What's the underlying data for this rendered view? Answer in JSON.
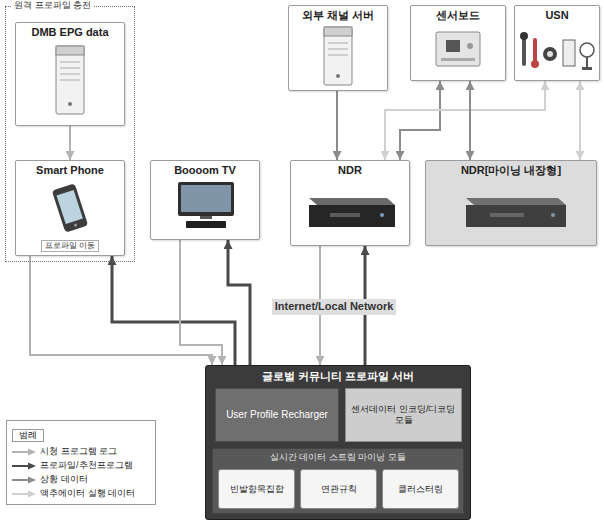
{
  "diagram": {
    "nodes": [
      {
        "text": [
          "원격 프로파일 충전"
        ]
      },
      {
        "text": [
          "DMB EPG data"
        ],
        "in": 0
      },
      {
        "text": [
          "Smart Phone",
          "프로파일 이동"
        ],
        "in": 0
      },
      {
        "text": [
          "외부 채널 서버"
        ]
      },
      {
        "text": [
          "센서보드"
        ]
      },
      {
        "text": [
          "USN"
        ]
      },
      {
        "text": [
          "Boooom TV"
        ]
      },
      {
        "text": [
          "NDR"
        ]
      },
      {
        "text": [
          "NDR[마이닝 내장형]"
        ]
      },
      {
        "text": [
          "Internet/Local Network"
        ]
      },
      {
        "text": [
          "글로벌 커뮤니티 프로파일 서버"
        ]
      },
      {
        "text": [
          "User Profile Recharger"
        ],
        "in": 10
      },
      {
        "text": [
          "센서데이터 인코딩/디코딩 모듈"
        ],
        "in": 10
      },
      {
        "text": [
          "실시간 데이터 스트림 마이닝 모듈"
        ],
        "in": 10
      },
      {
        "text": [
          "빈발항목집합"
        ],
        "in": 13
      },
      {
        "text": [
          "연관규칙"
        ],
        "in": 13
      },
      {
        "text": [
          "클러스터링"
        ],
        "in": 13
      }
    ],
    "edges": [
      {
        "from": 1,
        "to": 2,
        "arrow": "to"
      },
      {
        "from": 10,
        "to": 2,
        "arrow": "to"
      },
      {
        "from": 2,
        "to": 10,
        "arrow": "to"
      },
      {
        "from": 10,
        "to": 6,
        "arrow": "to"
      },
      {
        "from": 6,
        "to": 10,
        "arrow": "to"
      },
      {
        "from": 7,
        "to": 10,
        "arrow": "to"
      },
      {
        "from": 10,
        "to": 7,
        "arrow": "to"
      },
      {
        "from": 3,
        "to": 7,
        "arrow": "to"
      },
      {
        "from": 7,
        "to": 4,
        "arrow": "both"
      },
      {
        "from": 7,
        "to": 5,
        "arrow": "both"
      },
      {
        "from": 8,
        "to": 4,
        "arrow": "both"
      },
      {
        "from": 8,
        "to": 5,
        "arrow": "both"
      }
    ],
    "labels": [
      "범례"
    ],
    "legend": [
      {
        "text": "시청 프로그램 로그"
      },
      {
        "text": "프로파일/추천프로그램"
      },
      {
        "text": "상황 데이터"
      },
      {
        "text": "액추에이터 실행 데이터"
      }
    ]
  }
}
